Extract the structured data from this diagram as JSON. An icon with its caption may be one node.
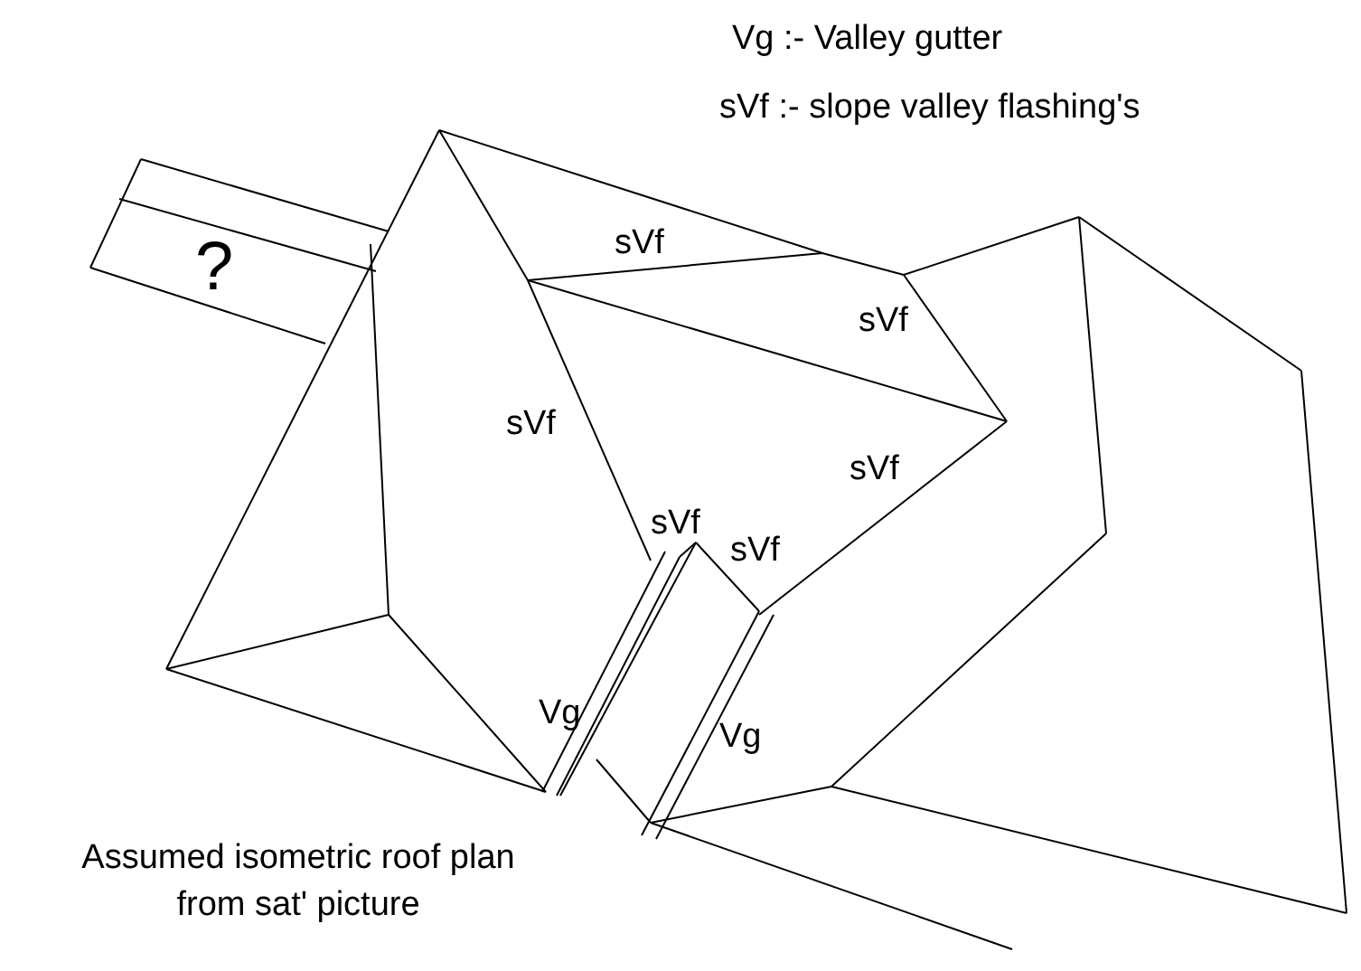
{
  "diagram": {
    "caption": "Assumed isometric roof plan from sat' picture",
    "labels": [
      "Vg :- Valley gutter",
      "sVf :- slope valley flashing's",
      "?",
      "sVf",
      "sVf",
      "sVf",
      "sVf",
      "sVf",
      "sVf",
      "Vg",
      "Vg"
    ]
  }
}
